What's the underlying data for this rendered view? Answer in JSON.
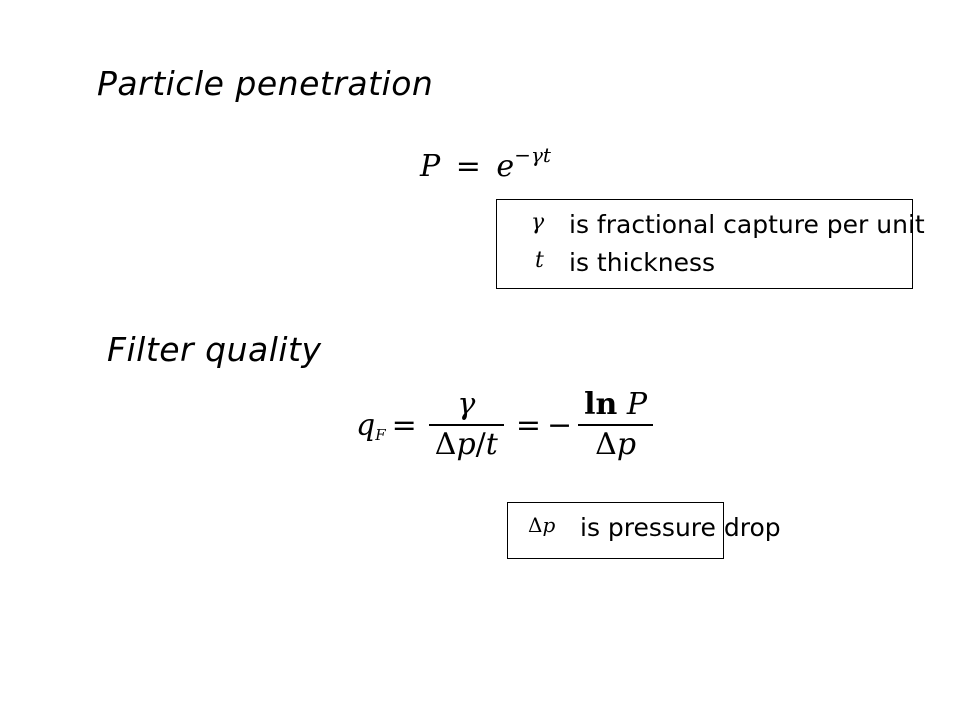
{
  "headings": {
    "particle": "Particle penetration",
    "filter": "Filter quality"
  },
  "eq1": {
    "lhs": "P",
    "equals": "=",
    "base": "e",
    "exp_minus": "−",
    "exp_gamma": "γ",
    "exp_t": "t"
  },
  "legend1": {
    "gamma_symbol": "γ",
    "gamma_text": "is fractional capture per unit",
    "t_symbol": "t",
    "t_text": "is thickness"
  },
  "eq2": {
    "q": "q",
    "sub": "F",
    "equals1": "=",
    "frac1_num": "γ",
    "frac1_den_delta": "Δ",
    "frac1_den_p": "p",
    "frac1_den_slash": "/",
    "frac1_den_t": "t",
    "equals2": "=",
    "minus": "−",
    "frac2_num_ln": "ln",
    "frac2_num_P": "P",
    "frac2_den_delta": "Δ",
    "frac2_den_p": "p"
  },
  "legend2": {
    "symbol_delta": "Δ",
    "symbol_p": "p",
    "text": "is pressure drop"
  }
}
